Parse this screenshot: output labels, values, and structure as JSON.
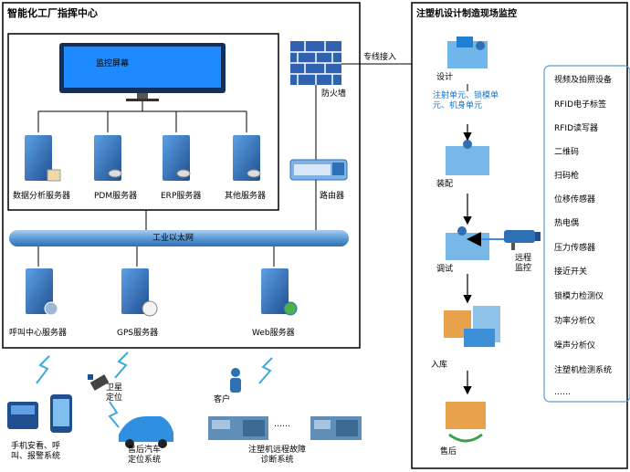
{
  "left_panel": {
    "title": "智能化工厂指挥中心",
    "monitor_label": "监控屏幕",
    "servers": [
      "数据分析服务器",
      "PDM服务器",
      "ERP服务器",
      "其他服务器"
    ],
    "firewall_label": "防火墙",
    "router_label": "路由器",
    "network_label": "工业以太网",
    "bottom_servers": [
      "呼叫中心服务器",
      "GPS服务器",
      "Web服务器"
    ],
    "link_label": "专线接入"
  },
  "external": {
    "satellite_label": "卫星\n定位",
    "customer_label": "客户",
    "dots": "……",
    "phone_caption": "手机安看、呼\n叫、报警系统",
    "car_caption": "售后汽车\n定位系统",
    "machine_caption": "注塑机远程故障\n诊断系统"
  },
  "right_panel": {
    "title": "注塑机设计制造现场监控",
    "steps": [
      "设计",
      "装配",
      "调试",
      "入库",
      "售后"
    ],
    "blue_note": "注射单元、锁模单\n元、机身单元",
    "remote_label": "远程\n监控",
    "devices": [
      "视频及拍照设备",
      "RFID电子标签",
      "RFID读写器",
      "二维码",
      "扫码枪",
      "位移传感器",
      "热电偶",
      "压力传感器",
      "接近开关",
      "锁模力检测仪",
      "功率分析仪",
      "噪声分析仪",
      "注塑机检测系统",
      "……"
    ]
  },
  "colors": {
    "accent_blue": "#1a73c7",
    "server_blue": "#2f6fb3",
    "bus_blue": "#5b9bd5",
    "firewall_blue": "#2f62b0"
  }
}
